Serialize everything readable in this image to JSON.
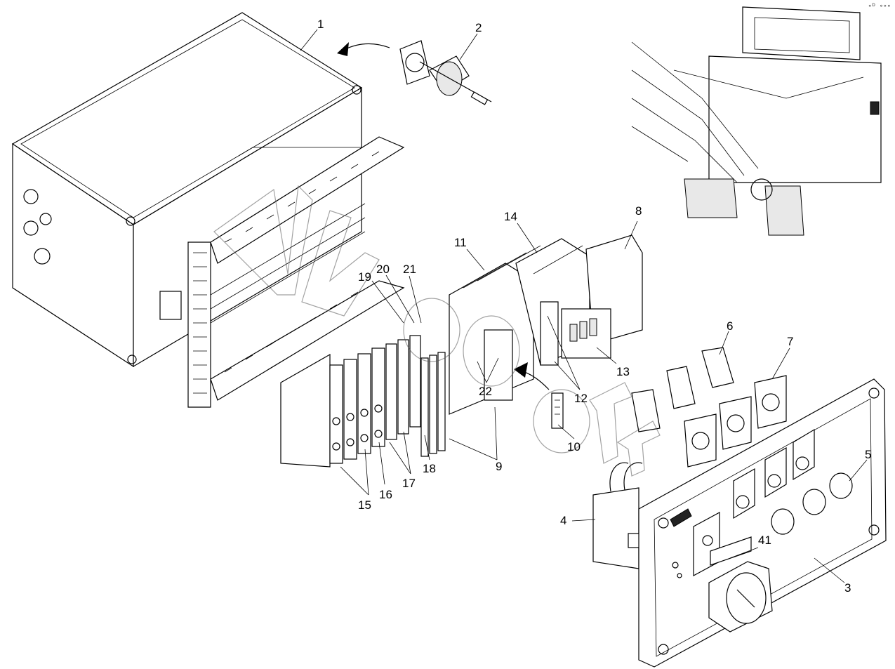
{
  "corner_mark": "∘ᴰ ∘∘∘",
  "callouts": [
    {
      "id": "c1",
      "text": "1"
    },
    {
      "id": "c2",
      "text": "2"
    },
    {
      "id": "c3",
      "text": "3"
    },
    {
      "id": "c4",
      "text": "4"
    },
    {
      "id": "c5",
      "text": "5"
    },
    {
      "id": "c6",
      "text": "6"
    },
    {
      "id": "c7",
      "text": "7"
    },
    {
      "id": "c8",
      "text": "8"
    },
    {
      "id": "c9",
      "text": "9"
    },
    {
      "id": "c10",
      "text": "10"
    },
    {
      "id": "c11",
      "text": "11"
    },
    {
      "id": "c12",
      "text": "12"
    },
    {
      "id": "c13",
      "text": "13"
    },
    {
      "id": "c14",
      "text": "14"
    },
    {
      "id": "c15",
      "text": "15"
    },
    {
      "id": "c16",
      "text": "16"
    },
    {
      "id": "c17",
      "text": "17"
    },
    {
      "id": "c18",
      "text": "18"
    },
    {
      "id": "c19",
      "text": "19"
    },
    {
      "id": "c20",
      "text": "20"
    },
    {
      "id": "c21",
      "text": "21"
    },
    {
      "id": "c22",
      "text": "22"
    },
    {
      "id": "c41",
      "text": "41"
    }
  ]
}
